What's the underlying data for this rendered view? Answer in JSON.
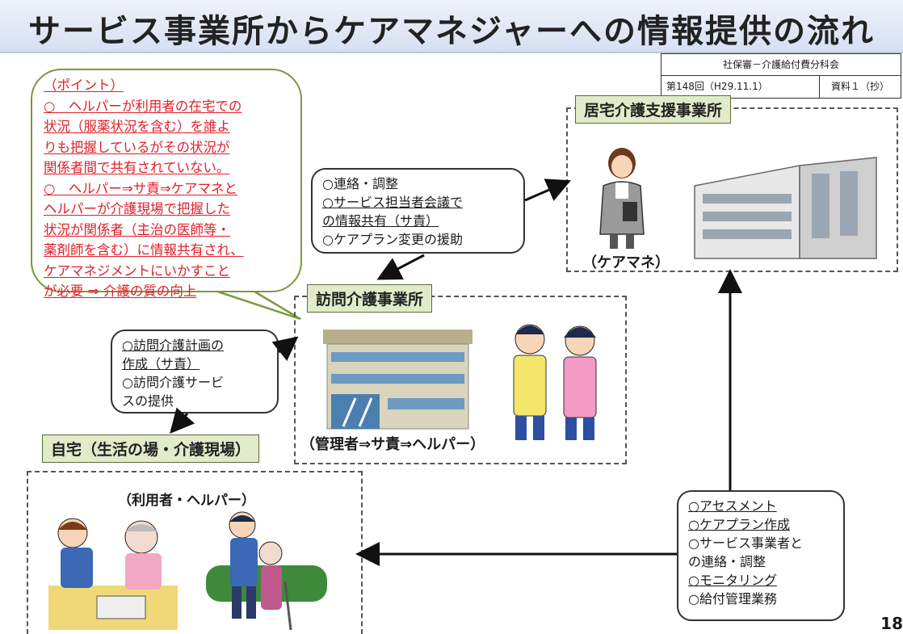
{
  "title": "サービス事業所からケアマネジャーへの情報提供の流れ",
  "source": {
    "committee": "社保審－介護給付費分科会",
    "meeting": "第148回（H29.11.1）",
    "doc": "資料１（抄）"
  },
  "point": {
    "heading": "（ポイント）",
    "lines": [
      "○　ヘルパーが利用者の在宅での",
      "状況（服薬状況を含む）を誰よ",
      "りも把握しているがその状況が",
      "関係者間で共有されていない。",
      "○　ヘルパー⇒サ責⇒ケアマネと",
      "ヘルパーが介護現場で把握した",
      "状況が関係者（主治の医師等・",
      "薬剤師を含む）に情報共有され、",
      "ケアマネジメントにいかすこと",
      "が必要 ⇒ 介護の質の向上"
    ]
  },
  "kyotaku": {
    "label": "居宅介護支援事業所",
    "caption": "（ケアマネ）"
  },
  "coordination": {
    "lines": [
      "○連絡・調整",
      "○サービス担当者会議で",
      "の情報共有（サ責）",
      "○ケアプラン変更の援助"
    ]
  },
  "houmon": {
    "label": "訪問介護事業所",
    "caption": "（管理者⇒サ責⇒ヘルパー）"
  },
  "plan": {
    "lines": [
      "○訪問介護計画の",
      "作成（サ責）",
      "○訪問介護サービ",
      "スの提供"
    ]
  },
  "home": {
    "label": "自宅（生活の場・介護現場）",
    "caption": "（利用者・ヘルパー）"
  },
  "caremanager_tasks": {
    "lines": [
      "○アセスメント",
      "○ケアプラン作成",
      "○サービス事業者と",
      "の連絡・調整",
      "○モニタリング",
      "○給付管理業務"
    ]
  },
  "page_number": "18",
  "colors": {
    "point_text": "#e0202a",
    "label_bg": "#e0ecc9",
    "bubble_border": "#7a9a3a"
  }
}
